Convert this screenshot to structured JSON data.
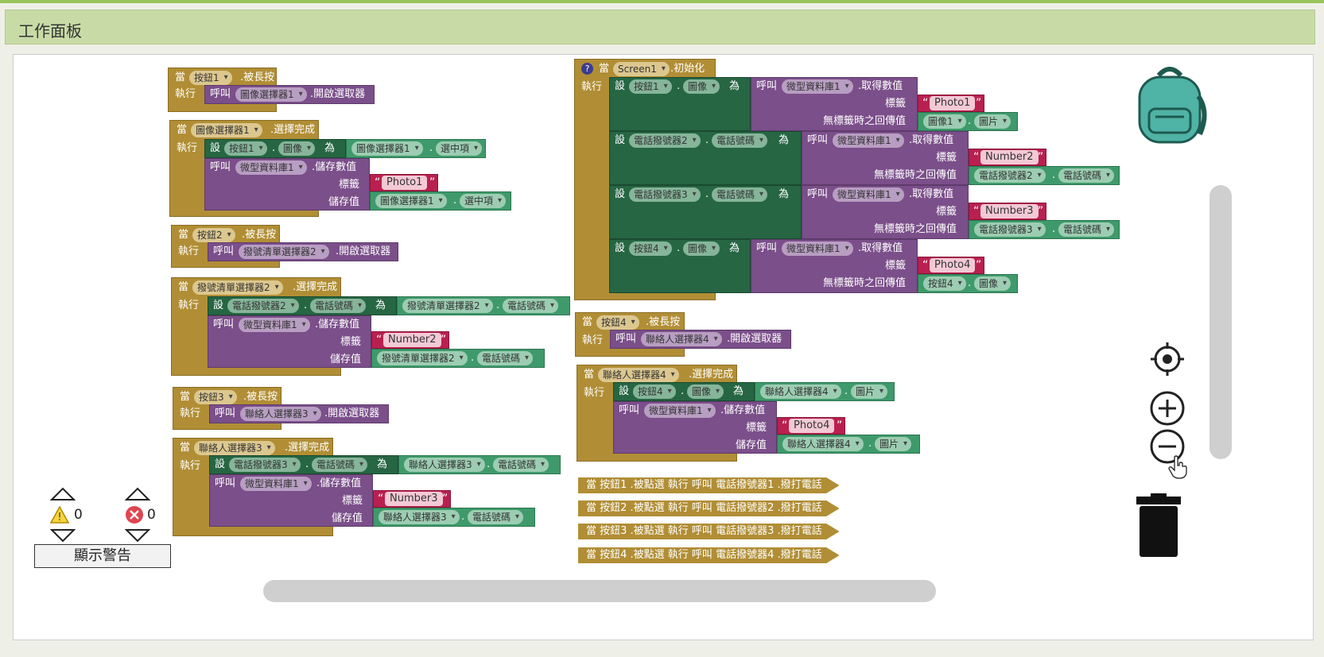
{
  "panel": {
    "title": "工作面板"
  },
  "left_blocks": {
    "lp1": {
      "when": "當",
      "component": "按鈕1",
      "event": ".被長按",
      "do": "執行",
      "call": "呼叫",
      "target": "圖像選擇器1",
      "method": ".開啟選取器"
    },
    "ip1": {
      "when": "當",
      "component": "圖像選擇器1",
      "event": ".選擇完成",
      "do": "執行",
      "set": "設",
      "comp": "按鈕1",
      "dot": ".",
      "prop": "圖像",
      "to": "為",
      "src_comp": "圖像選擇器1",
      "src_prop": "選中項",
      "call": "呼叫",
      "db": "微型資料庫1",
      "method": ".儲存數值",
      "tag_label": "標籤",
      "tag": "Photo1",
      "val_label": "儲存值",
      "val_comp": "圖像選擇器1",
      "val_prop": "選中項"
    },
    "lp2": {
      "when": "當",
      "component": "按鈕2",
      "event": ".被長按",
      "do": "執行",
      "call": "呼叫",
      "target": "撥號清單選擇器2",
      "method": ".開啟選取器"
    },
    "pp2": {
      "when": "當",
      "component": "撥號清單選擇器2",
      "event": ".選擇完成",
      "do": "執行",
      "set": "設",
      "comp": "電話撥號器2",
      "dot": ".",
      "prop": "電話號碼",
      "to": "為",
      "src_comp": "撥號清單選擇器2",
      "src_prop": "電話號碼",
      "call": "呼叫",
      "db": "微型資料庫1",
      "method": ".儲存數值",
      "tag_label": "標籤",
      "tag": "Number2",
      "val_label": "儲存值",
      "val_comp": "撥號清單選擇器2",
      "val_prop": "電話號碼"
    },
    "lp3": {
      "when": "當",
      "component": "按鈕3",
      "event": ".被長按",
      "do": "執行",
      "call": "呼叫",
      "target": "聯絡人選擇器3",
      "method": ".開啟選取器"
    },
    "cp3": {
      "when": "當",
      "component": "聯絡人選擇器3",
      "event": ".選擇完成",
      "do": "執行",
      "set": "設",
      "comp": "電話撥號器3",
      "dot": ".",
      "prop": "電話號碼",
      "to": "為",
      "src_comp": "聯絡人選擇器3",
      "src_prop": "電話號碼",
      "call": "呼叫",
      "db": "微型資料庫1",
      "method": ".儲存數值",
      "tag_label": "標籤",
      "tag": "Number3",
      "val_label": "儲存值",
      "val_comp": "聯絡人選擇器3",
      "val_prop": "電話號碼"
    }
  },
  "init": {
    "help": "?",
    "when": "當",
    "component": "Screen1",
    "event": ".初始化",
    "do": "執行",
    "rows": [
      {
        "set": "設",
        "comp": "按鈕1",
        "dot": ".",
        "prop": "圖像",
        "to": "為",
        "call": "呼叫",
        "db": "微型資料庫1",
        "method": ".取得數值",
        "tag_label": "標籤",
        "tag": "Photo1",
        "def_label": "無標籤時之回傳值",
        "def_comp": "圖像1",
        "def_prop": "圖片"
      },
      {
        "set": "設",
        "comp": "電話撥號器2",
        "dot": ".",
        "prop": "電話號碼",
        "to": "為",
        "call": "呼叫",
        "db": "微型資料庫1",
        "method": ".取得數值",
        "tag_label": "標籤",
        "tag": "Number2",
        "def_label": "無標籤時之回傳值",
        "def_comp": "電話撥號器2",
        "def_prop": "電話號碼"
      },
      {
        "set": "設",
        "comp": "電話撥號器3",
        "dot": ".",
        "prop": "電話號碼",
        "to": "為",
        "call": "呼叫",
        "db": "微型資料庫1",
        "method": ".取得數值",
        "tag_label": "標籤",
        "tag": "Number3",
        "def_label": "無標籤時之回傳值",
        "def_comp": "電話撥號器3",
        "def_prop": "電話號碼"
      },
      {
        "set": "設",
        "comp": "按鈕4",
        "dot": ".",
        "prop": "圖像",
        "to": "為",
        "call": "呼叫",
        "db": "微型資料庫1",
        "method": ".取得數值",
        "tag_label": "標籤",
        "tag": "Photo4",
        "def_label": "無標籤時之回傳值",
        "def_comp": "按鈕4",
        "def_prop": "圖像"
      }
    ]
  },
  "right_blocks": {
    "lp4": {
      "when": "當",
      "component": "按鈕4",
      "event": ".被長按",
      "do": "執行",
      "call": "呼叫",
      "target": "聯絡人選擇器4",
      "method": ".開啟選取器"
    },
    "cp4": {
      "when": "當",
      "component": "聯絡人選擇器4",
      "event": ".選擇完成",
      "do": "執行",
      "set": "設",
      "comp": "按鈕4",
      "dot": ".",
      "prop": "圖像",
      "to": "為",
      "src_comp": "聯絡人選擇器4",
      "src_prop": "圖片",
      "call": "呼叫",
      "db": "微型資料庫1",
      "method": ".儲存數值",
      "tag_label": "標籤",
      "tag": "Photo4",
      "val_label": "儲存值",
      "val_comp": "聯絡人選擇器4",
      "val_prop": "圖片"
    }
  },
  "collapsed": [
    "當 按鈕1 .被點選 執行 呼叫 電話撥號器1 .撥打電話",
    "當 按鈕2 .被點選 執行 呼叫 電話撥號器2 .撥打電話",
    "當 按鈕3 .被點選 執行 呼叫 電話撥號器3 .撥打電話",
    "當 按鈕4 .被點選 執行 呼叫 電話撥號器4 .撥打電話"
  ],
  "warnings": {
    "warning_count": "0",
    "error_count": "0",
    "show_button": "顯示警告"
  },
  "icons": {
    "backpack": "backpack-icon",
    "center": "target-icon",
    "zoom_in": "plus-icon",
    "zoom_out": "minus-icon",
    "trash": "trash-icon",
    "warning": "warning-icon",
    "error": "error-icon"
  },
  "colors": {
    "event": "#b18e35",
    "procedure": "#7b4f8a",
    "setter": "#266643",
    "getter": "#3f9a6b",
    "text": "#b9204f",
    "header": "#c8dba6"
  }
}
